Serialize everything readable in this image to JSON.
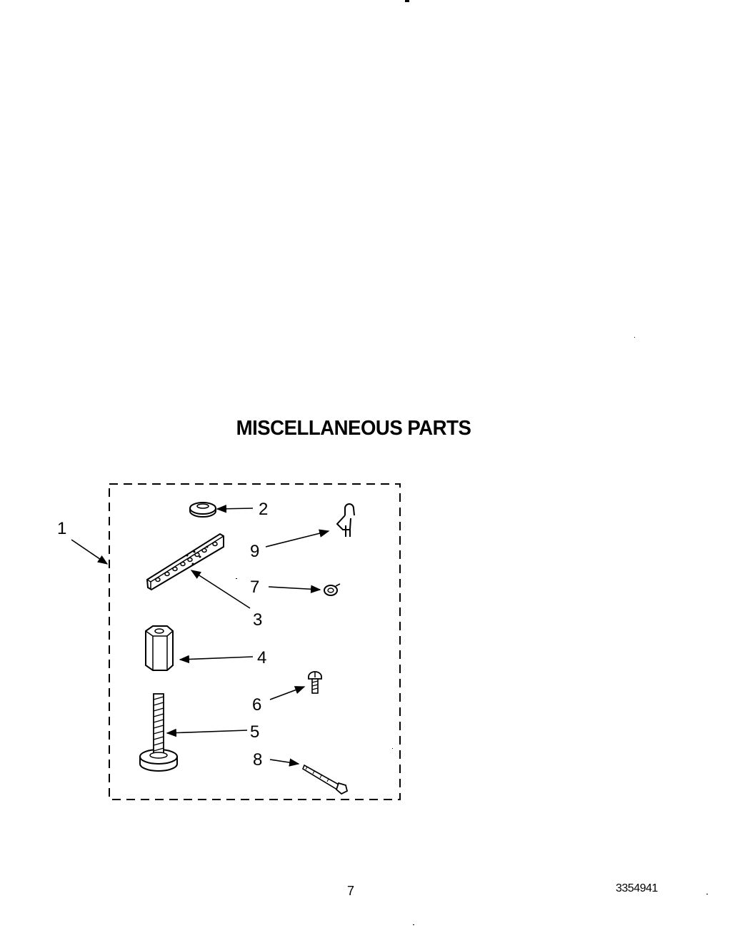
{
  "title": "MISCELLANEOUS PARTS",
  "page_number": "7",
  "document_number": "3354941",
  "callouts": {
    "c1": "1",
    "c2": "2",
    "c3": "3",
    "c4": "4",
    "c5": "5",
    "c6": "6",
    "c7": "7",
    "c8": "8",
    "c9": "9"
  },
  "parts": [
    {
      "number": "1",
      "icon": "parts-kit-group-icon"
    },
    {
      "number": "2",
      "icon": "washer-icon"
    },
    {
      "number": "3",
      "icon": "bracket-strip-icon"
    },
    {
      "number": "4",
      "icon": "hex-nut-coupler-icon"
    },
    {
      "number": "5",
      "icon": "leveling-leg-icon"
    },
    {
      "number": "6",
      "icon": "screw-icon"
    },
    {
      "number": "7",
      "icon": "clip-ring-icon"
    },
    {
      "number": "8",
      "icon": "pin-icon"
    },
    {
      "number": "9",
      "icon": "hook-clip-icon"
    }
  ]
}
